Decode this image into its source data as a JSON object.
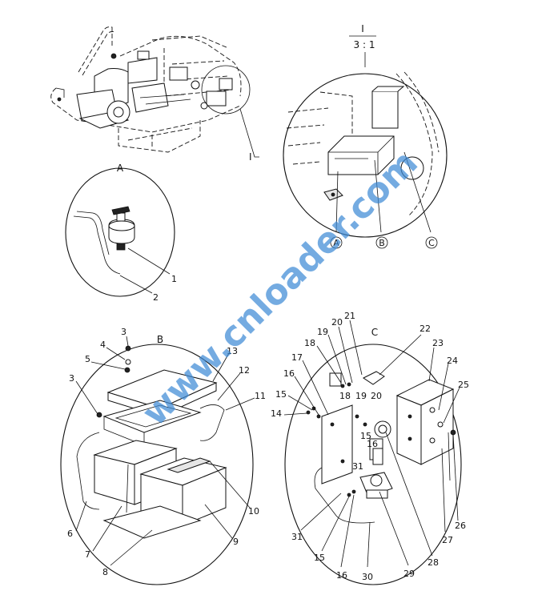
{
  "detail_header": {
    "numeral": "I",
    "scale": "3 : 1"
  },
  "overview_callout": "I",
  "view_labels": {
    "a": "A",
    "b": "B",
    "c": "C"
  },
  "position_markers": [
    "A",
    "B",
    "C"
  ],
  "watermark": "www.cnloader.com",
  "callouts_a": [
    {
      "n": "1"
    },
    {
      "n": "2"
    }
  ],
  "callouts_b": [
    {
      "n": "3"
    },
    {
      "n": "4"
    },
    {
      "n": "5"
    },
    {
      "n": "3"
    },
    {
      "n": "13"
    },
    {
      "n": "12"
    },
    {
      "n": "11"
    },
    {
      "n": "10"
    },
    {
      "n": "9"
    },
    {
      "n": "8"
    },
    {
      "n": "7"
    },
    {
      "n": "6"
    }
  ],
  "callouts_c": [
    {
      "n": "21"
    },
    {
      "n": "20"
    },
    {
      "n": "19"
    },
    {
      "n": "18"
    },
    {
      "n": "17"
    },
    {
      "n": "16"
    },
    {
      "n": "15"
    },
    {
      "n": "14"
    },
    {
      "n": "22"
    },
    {
      "n": "23"
    },
    {
      "n": "24"
    },
    {
      "n": "25"
    },
    {
      "n": "18"
    },
    {
      "n": "19"
    },
    {
      "n": "20"
    },
    {
      "n": "15"
    },
    {
      "n": "16"
    },
    {
      "n": "31"
    },
    {
      "n": "26"
    },
    {
      "n": "27"
    },
    {
      "n": "28"
    },
    {
      "n": "29"
    },
    {
      "n": "30"
    },
    {
      "n": "16"
    },
    {
      "n": "15"
    },
    {
      "n": "31"
    }
  ]
}
